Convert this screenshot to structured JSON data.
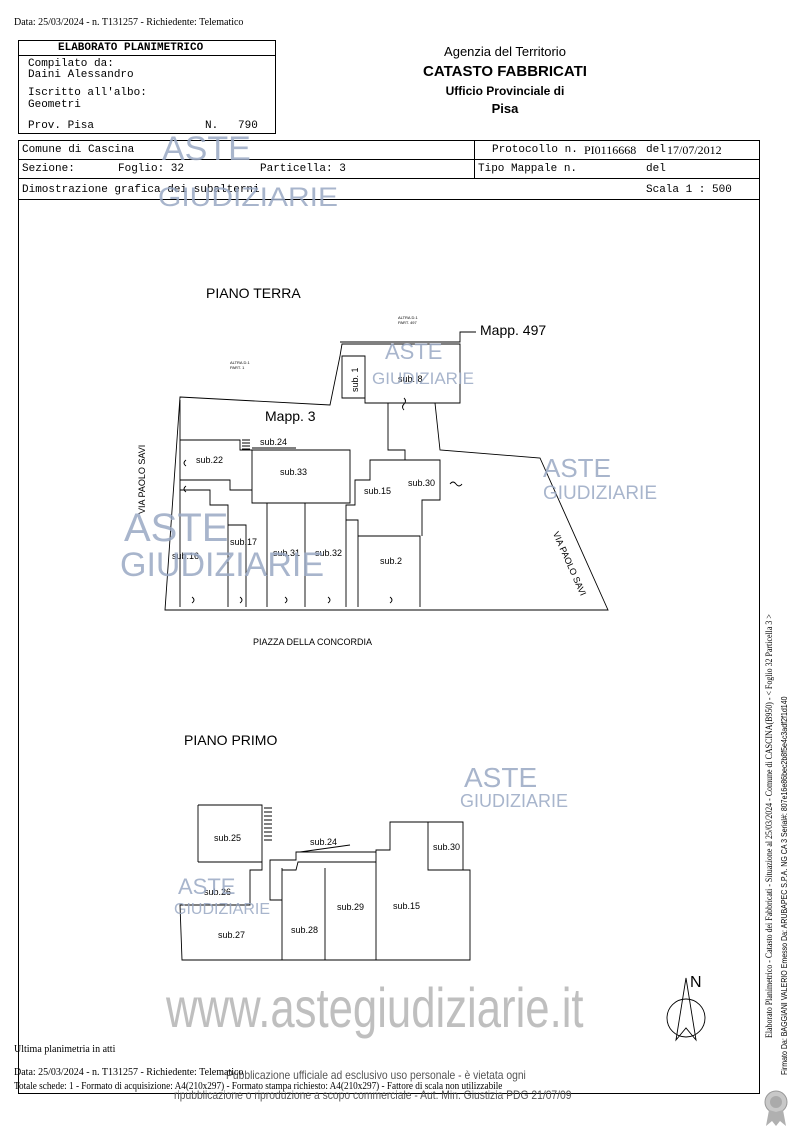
{
  "top_line": "Data: 25/03/2024 - n. T131257 - Richiedente: Telematico",
  "header": {
    "title": "ELABORATO PLANIMETRICO",
    "compilato_label": "Compilato da:",
    "compilato_value": "Daini Alessandro",
    "iscritto_label": "Iscritto all'albo:",
    "iscritto_value": "Geometri",
    "prov_label": "Prov. Pisa",
    "n_label": "N.",
    "n_value": "790",
    "agency_line1": "Agenzia del Territorio",
    "agency_line2": "CATASTO FABBRICATI",
    "agency_line3": "Ufficio Provinciale di",
    "agency_line4": "Pisa"
  },
  "info": {
    "comune": "Comune di Cascina",
    "sezione_label": "Sezione:",
    "foglio": "Foglio: 32",
    "particella": "Particella: 3",
    "protocollo_label": "Protocollo n.",
    "protocollo_value": "PI0116668",
    "del_label": "del",
    "protocollo_date": "17/07/2012",
    "tipo_mappale": "Tipo Mappale n.",
    "del2": "del",
    "dimostrazione": "Dimostrazione grafica dei subalterni",
    "scala": "Scala 1 : 500"
  },
  "plan": {
    "piano_terra": "PIANO TERRA",
    "piano_primo": "PIANO PRIMO",
    "mapp497": "Mapp. 497",
    "mapp3": "Mapp. 3",
    "via_left": "VIA PAOLO SAVI",
    "via_right": "VIA PAOLO SAVI",
    "piazza": "PIAZZA DELLA CONCORDIA",
    "north": "N",
    "pt_subs": {
      "s1": "sub. 1",
      "s8": "sub. 8",
      "s24": "sub.24",
      "s22": "sub.22",
      "s33": "sub.33",
      "s15": "sub.15",
      "s30": "sub.30",
      "s17": "sub.17",
      "s16": "sub.16",
      "s31": "sub.31",
      "s32": "sub.32",
      "s2": "sub.2"
    },
    "pp_subs": {
      "s25": "sub.25",
      "s24": "sub.24",
      "s30": "sub.30",
      "s26": "sub.26",
      "s27": "sub.27",
      "s28": "sub.28",
      "s29": "sub.29",
      "s15": "sub.15"
    }
  },
  "watermark": {
    "aste": "ASTE",
    "giudiziarie": "GIUDIZIARIE",
    "site": "www.astegiudiziarie.it",
    "notice1": "Pubblicazione ufficiale ad esclusivo uso personale - è vietata ogni",
    "notice2": "ripubblicazione o riproduzione a scopo commerciale - Aut. Min. Giustizia PDG 21/07/09"
  },
  "footer": {
    "ultima": "Ultima planimetria in atti",
    "line1": "Data: 25/03/2024 - n. T131257 - Richiedente: Telematico",
    "line2": "Totale schede: 1 - Formato di acquisizione: A4(210x297) - Formato stampa richiesto: A4(210x297) - Fattore di scala non utilizzabile"
  },
  "side": {
    "line1": "Elaborato Planimetrico - Catasto dei Fabbricati - Situazione al 25/03/2024 - Comune di CASCINA(B950) - < Foglio 32 Particella 3 >",
    "line2": "Firmato Da: BAGGIANI VALERIO Emesso Da: ARUBAPEC S.P.A. NG CA 3 Serial#: 807e16e86bec2b8f5e4c3adf2f1d140"
  },
  "colors": {
    "watermark": "#9aa9c4",
    "ink": "#000000"
  }
}
